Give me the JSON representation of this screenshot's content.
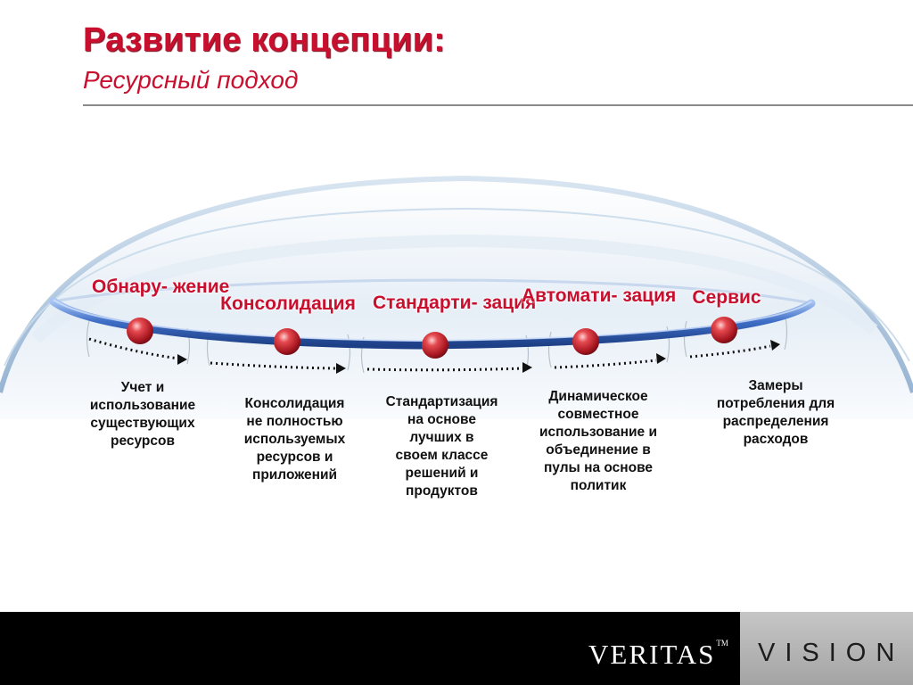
{
  "header": {
    "title": "Развитие концепции:",
    "subtitle": "Ресурсный подход"
  },
  "stages": [
    {
      "label": "Обнару-\nжение",
      "description": "Учет и\nиспользование\nсуществующих\nресурсов"
    },
    {
      "label": "Консолидация",
      "description": "Консолидация\nне полностью\nиспользуемых\nресурсов и\nприложений"
    },
    {
      "label": "Стандарти-\nзация",
      "description": "Стандартизация\nна основе\nлучших в\nсвоем классе\nрешений и\nпродуктов"
    },
    {
      "label": "Автомати-\nзация",
      "description": "Динамическое\nсовместное\nиспользование и\nобъединение в\nпулы на основе\nполитик"
    },
    {
      "label": "Сервис",
      "description": "Замеры\nпотребления для\nраспределения\nрасходов"
    }
  ],
  "footer": {
    "brand": "VERITAS",
    "trademark": "TM",
    "product": "VISION"
  },
  "colors": {
    "accent": "#c8102e",
    "ring": "#3f6fc7",
    "node": "#d32f3a"
  }
}
